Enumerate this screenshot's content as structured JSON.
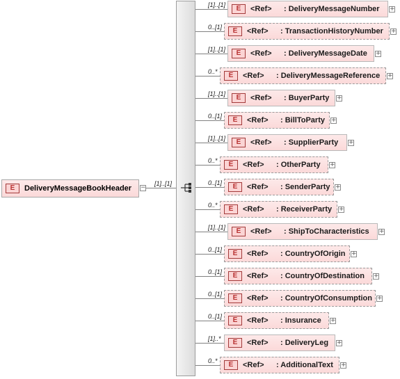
{
  "root": {
    "badge": "E",
    "name": "DeliveryMessageBookHeader",
    "cardinality": "[1]..[1]",
    "expander": "−"
  },
  "children": [
    {
      "card": "[1]..[1]",
      "badge": "E",
      "ref": "<Ref>",
      "name": ": DeliveryMessageNumber",
      "optional": false
    },
    {
      "card": "0..[1]",
      "badge": "E",
      "ref": "<Ref>",
      "name": ": TransactionHistoryNumber",
      "optional": true
    },
    {
      "card": "[1]..[1]",
      "badge": "E",
      "ref": "<Ref>",
      "name": ": DeliveryMessageDate",
      "optional": false
    },
    {
      "card": "0..*",
      "badge": "E",
      "ref": "<Ref>",
      "name": ": DeliveryMessageReference",
      "optional": true
    },
    {
      "card": "[1]..[1]",
      "badge": "E",
      "ref": "<Ref>",
      "name": ": BuyerParty",
      "optional": false
    },
    {
      "card": "0..[1]",
      "badge": "E",
      "ref": "<Ref>",
      "name": ": BillToParty",
      "optional": true
    },
    {
      "card": "[1]..[1]",
      "badge": "E",
      "ref": "<Ref>",
      "name": ": SupplierParty",
      "optional": false
    },
    {
      "card": "0..*",
      "badge": "E",
      "ref": "<Ref>",
      "name": ": OtherParty",
      "optional": true
    },
    {
      "card": "0..[1]",
      "badge": "E",
      "ref": "<Ref>",
      "name": ": SenderParty",
      "optional": true
    },
    {
      "card": "0..*",
      "badge": "E",
      "ref": "<Ref>",
      "name": ": ReceiverParty",
      "optional": true
    },
    {
      "card": "[1]..[1]",
      "badge": "E",
      "ref": "<Ref>",
      "name": ": ShipToCharacteristics",
      "optional": false
    },
    {
      "card": "0..[1]",
      "badge": "E",
      "ref": "<Ref>",
      "name": ": CountryOfOrigin",
      "optional": true
    },
    {
      "card": "0..[1]",
      "badge": "E",
      "ref": "<Ref>",
      "name": ": CountryOfDestination",
      "optional": true
    },
    {
      "card": "0..[1]",
      "badge": "E",
      "ref": "<Ref>",
      "name": ": CountryOfConsumption",
      "optional": true
    },
    {
      "card": "0..[1]",
      "badge": "E",
      "ref": "<Ref>",
      "name": ": Insurance",
      "optional": true
    },
    {
      "card": "[1]..*",
      "badge": "E",
      "ref": "<Ref>",
      "name": ": DeliveryLeg",
      "optional": false
    },
    {
      "card": "0..*",
      "badge": "E",
      "ref": "<Ref>",
      "name": ": AdditionalText",
      "optional": true
    }
  ],
  "expander_symbol": "+",
  "compositor_icon": "sequence-compositor-icon"
}
